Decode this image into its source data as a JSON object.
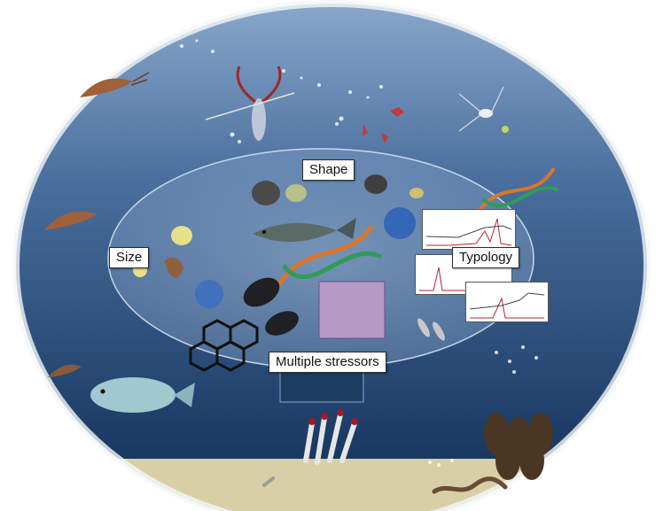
{
  "labels": {
    "shape": "Shape",
    "size": "Size",
    "typology": "Typology",
    "multiple_stressors": "Multiple stressors"
  },
  "colors": {
    "water_top": "#7f9fc3",
    "water_bottom": "#0f2d56",
    "seabed": "#d9cfa6",
    "inner_ellipse": "#8aa7c9",
    "dna_backbone": "#d9762b",
    "dna_strand": "#2f9c5a",
    "label_border": "#2b2b2b"
  },
  "icons": [
    "shrimp-icon",
    "copepod-icon",
    "zooplankton-icon",
    "fish-icon",
    "jellyfish-icon",
    "mussel-icon",
    "dna-helix-icon",
    "graphene-molecule-icon",
    "worm-icon",
    "tubeworm-icon",
    "pufferfish-icon",
    "spectrum-chart-icon",
    "microplastic-fragment-icon",
    "tissue-section-icon",
    "microscopy-panel-icon"
  ]
}
